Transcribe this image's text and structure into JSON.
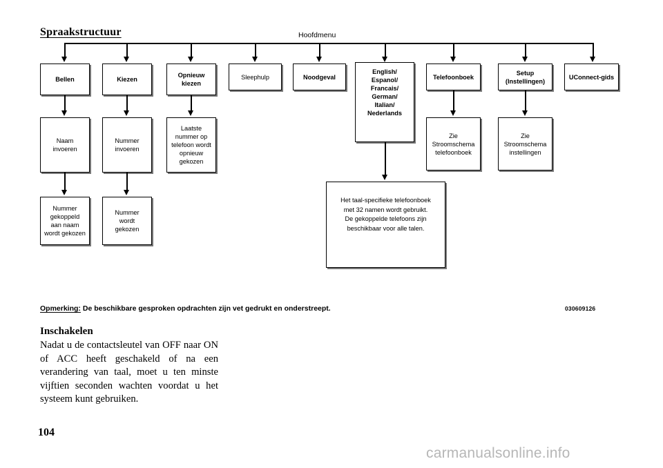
{
  "diagram": {
    "title": "Spraakstructuur",
    "root_label": "Hoofdmenu",
    "level1": [
      {
        "id": "bellen",
        "label": "Bellen",
        "command": true
      },
      {
        "id": "kiezen",
        "label": "Kiezen",
        "command": true
      },
      {
        "id": "opnieuw",
        "label": "Opnieuw\nkiezen",
        "command": true
      },
      {
        "id": "sleephulp",
        "label": "Sleephulp",
        "command": false
      },
      {
        "id": "noodgeval",
        "label": "Noodgeval",
        "command": true
      },
      {
        "id": "talen",
        "label": "English/\nEspanol/\nFrancais/\nGerman/\nItalian/\nNederlands",
        "command": true
      },
      {
        "id": "telefoonboek",
        "label": "Telefoonboek",
        "command": true
      },
      {
        "id": "setup",
        "label": "Setup \n(Instellingen)",
        "command": true
      },
      {
        "id": "uconnect",
        "label": "UConnect-gids",
        "command": true
      }
    ],
    "level2": [
      {
        "id": "naam-invoeren",
        "label": "Naam\ninvoeren"
      },
      {
        "id": "nummer-invoeren",
        "label": "Nummer\ninvoeren"
      },
      {
        "id": "laatste-nummer",
        "label": "Laatste\nnummer op\ntelefoon wordt\nopnieuw\ngekozen"
      },
      {
        "id": "zie-stroomschema-telefoonboek",
        "label": "Zie\nStroomschema\ntelefoonboek"
      },
      {
        "id": "zie-stroomschema-instellingen",
        "label": "Zie\nStroomschema\ninstellingen"
      }
    ],
    "level3": [
      {
        "id": "nummer-gekoppeld",
        "label": "Nummer\ngekoppeld\naan naam\nwordt gekozen"
      },
      {
        "id": "nummer-wordt-gekozen",
        "label": "Nummer\nwordt\ngekozen"
      }
    ],
    "language_note": "Het taal-specifieke telefoonboek\nmet 32 namen wordt gebruikt.\nDe gekoppelde telefoons zijn\nbeschikbaar voor alle talen."
  },
  "caption": {
    "note_label": "Opmerking:",
    "note_text": " De beschikbare gesproken opdrachten zijn vet gedrukt en onderstreept.",
    "figure_number": "030609126"
  },
  "body": {
    "heading": "Inschakelen",
    "paragraph": "Nadat u de contactsleutel van OFF naar ON of ACC heeft geschakeld of na een verandering van taal, moet u ten minste vijftien seconden wachten voordat u het systeem kunt gebrui­ken."
  },
  "footer": {
    "page_number": "104",
    "watermark": "carmanualsonline.info"
  },
  "colors": {
    "ink": "#000000",
    "watermark": "#b6b6b6",
    "box_shadow": "#777777"
  }
}
